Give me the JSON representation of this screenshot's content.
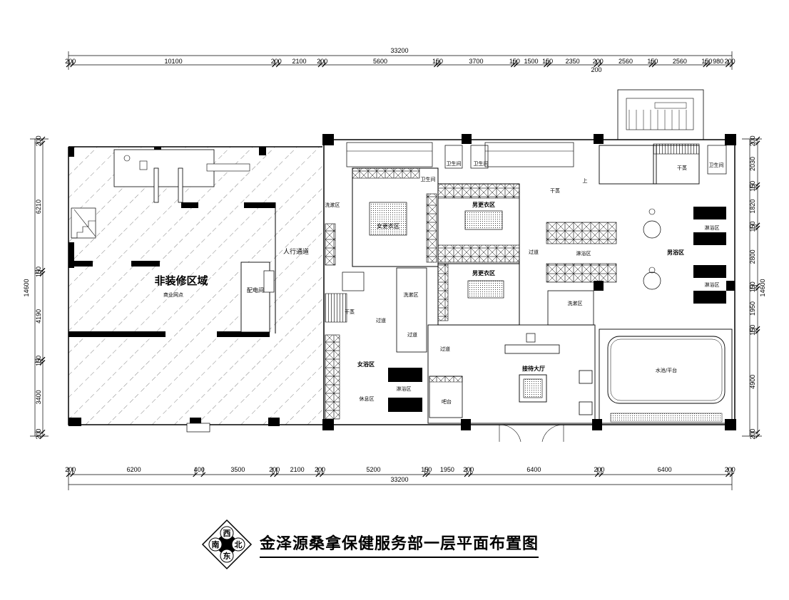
{
  "drawing": {
    "title": "金泽源桑拿保健服务部一层平面布置图"
  },
  "compass": {
    "north": "北",
    "south": "南",
    "east": "东",
    "west": "西"
  },
  "dimensions": {
    "total_width": "33200",
    "top_segments": [
      "200",
      "10100",
      "200",
      "2100",
      "200",
      "5600",
      "150",
      "3700",
      "150",
      "1500",
      "150",
      "2350",
      "200",
      "2560",
      "150",
      "2560",
      "150",
      "980",
      "200"
    ],
    "top_sub": "200",
    "bottom_segments": [
      "200",
      "6200",
      "400",
      "3500",
      "200",
      "2100",
      "200",
      "5200",
      "150",
      "1950",
      "200",
      "6400",
      "200",
      "6400",
      "200"
    ],
    "left_total": "14600",
    "left_segments": [
      "200",
      "6210",
      "150",
      "4190",
      "150",
      "3400",
      "200"
    ],
    "right_total": "14600",
    "right_segments": [
      "200",
      "2030",
      "150",
      "1820",
      "150",
      "2800",
      "150",
      "1950",
      "150",
      "4900",
      "200"
    ]
  },
  "rooms": {
    "non_decorated": "非装修区域",
    "shop_front": "商业网点",
    "pedestrian_passage": "人行通道",
    "distribution_room": "配电间",
    "female_changing": "女更衣区",
    "male_changing_1": "男更衣区",
    "male_changing_2": "男更衣区",
    "female_bath": "女浴区",
    "male_bath": "男浴区",
    "reception_hall": "接待大厅",
    "restroom_1": "卫生间",
    "restroom_2": "卫生间",
    "restroom_3": "卫生间",
    "restroom_4": "卫生间",
    "dryer_1": "干蒸",
    "dryer_2": "干蒸",
    "dryer_3": "干蒸",
    "corridor_1": "过道",
    "corridor_2": "过道",
    "corridor_3": "过道",
    "corridor_4": "过道",
    "wash_1": "洗漱区",
    "wash_2": "洗漱区",
    "wash_3": "洗漱区",
    "shower_1": "淋浴区",
    "shower_2": "淋浴区",
    "shower_3": "淋浴区",
    "shower_4": "淋浴区",
    "rest_area": "休息区",
    "pool": "水池/平台",
    "stair_up": "上",
    "counter": "吧台"
  }
}
